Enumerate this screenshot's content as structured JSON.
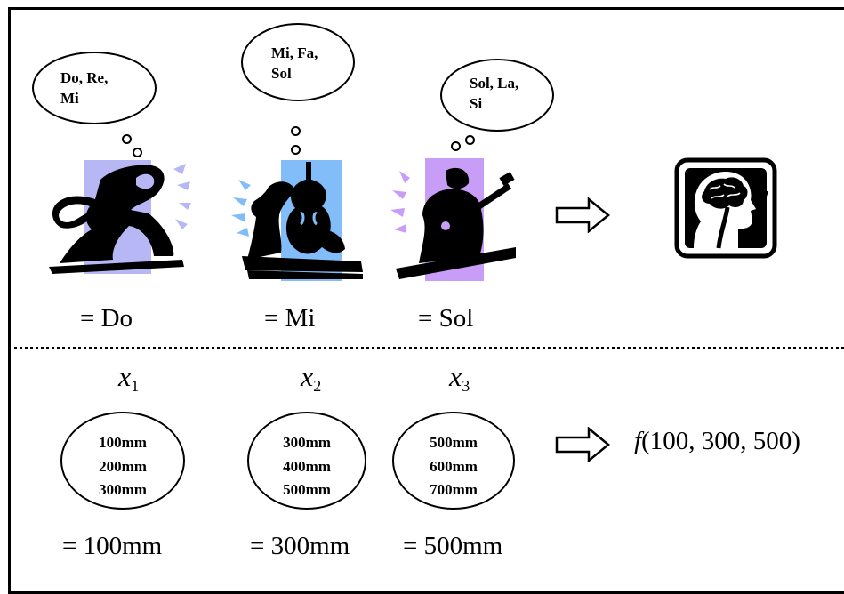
{
  "musicians": [
    {
      "name": "saxophonist",
      "bubble_text": "Do, Re,\nMi",
      "equals": "= Do",
      "panel_color": "#b8b7f5"
    },
    {
      "name": "cellist",
      "bubble_text": "Mi, Fa,\nSol",
      "equals": "= Mi",
      "panel_color": "#82bdfa"
    },
    {
      "name": "guitarist",
      "bubble_text": "Sol, La,\nSi",
      "equals": "= Sol",
      "panel_color": "#c79df7"
    }
  ],
  "variables": [
    {
      "symbol": "x",
      "index": "1",
      "values": "100mm\n200mm\n300mm",
      "equals": "= 100mm"
    },
    {
      "symbol": "x",
      "index": "2",
      "values": "300mm\n400mm\n500mm",
      "equals": "= 300mm"
    },
    {
      "symbol": "x",
      "index": "3",
      "values": "500mm\n600mm\n700mm",
      "equals": "= 500mm"
    }
  ],
  "function": {
    "name": "f",
    "args": "(100, 300, 500)"
  },
  "icons": {
    "arrow": "outline-right-arrow-icon",
    "brain": "head-brain-icon"
  }
}
